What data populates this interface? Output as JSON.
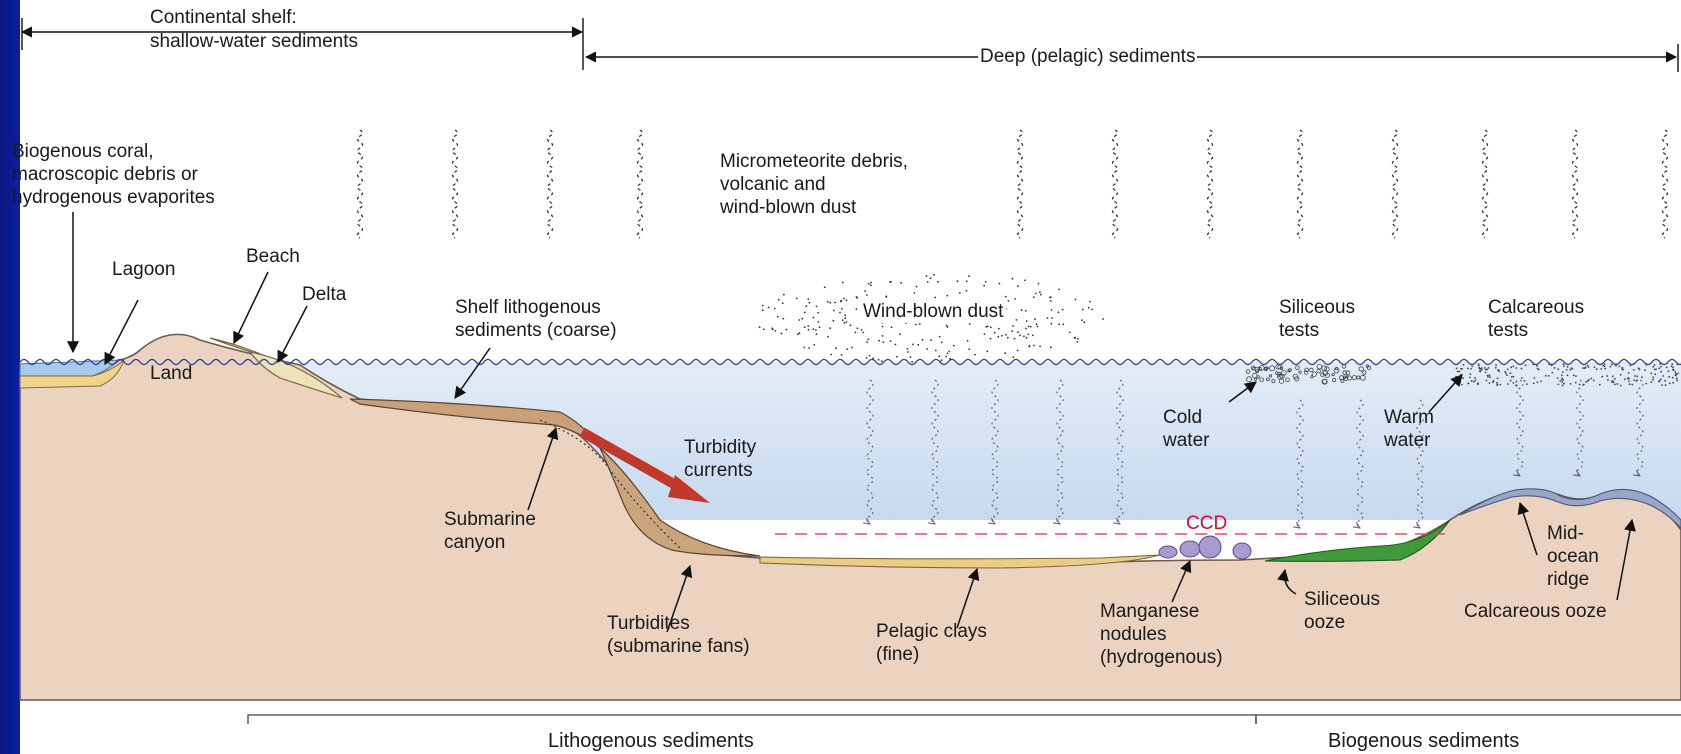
{
  "header": {
    "shelf_line1": "Continental shelf:",
    "shelf_line2": "shallow-water sediments",
    "deep": "Deep (pelagic) sediments"
  },
  "labels": {
    "biogenous_coral": "Biogenous coral,\nmacroscopic debris or\nhydrogenous evaporites",
    "micrometeorite": "Micrometeorite debris,\nvolcanic and\nwind-blown dust",
    "lagoon": "Lagoon",
    "beach": "Beach",
    "delta": "Delta",
    "land": "Land",
    "shelf_lithogenous": "Shelf lithogenous\nsediments (coarse)",
    "wind_blown_dust": "Wind-blown dust",
    "siliceous_tests": "Siliceous\ntests",
    "calcareous_tests": "Calcareous\ntests",
    "cold_water": "Cold\nwater",
    "warm_water": "Warm\nwater",
    "turbidity_currents": "Turbidity\ncurrents",
    "submarine_canyon": "Submarine\ncanyon",
    "ccd": "CCD",
    "mid_ocean_ridge": "Mid-\nocean\nridge",
    "turbidites": "Turbidites\n(submarine fans)",
    "pelagic_clays": "Pelagic clays\n(fine)",
    "manganese_nodules": "Manganese\nnodules\n(hydrogenous)",
    "siliceous_ooze": "Siliceous\nooze",
    "calcareous_ooze": "Calcareous ooze"
  },
  "footer": {
    "lithogenous": "Lithogenous sediments",
    "biogenous": "Biogenous sediments"
  },
  "colors": {
    "background": "#0d1f9c",
    "seafloor": "#ecd3c0",
    "water": "#cfe0f2",
    "ccd_line": "#d9506a",
    "turbidity_arrow": "#c0392b",
    "siliceous_ooze": "#3f9a3a",
    "calcareous_ooze": "#9aa6c8",
    "nodules": "#a99bd0",
    "sand": "#e9cf83"
  }
}
